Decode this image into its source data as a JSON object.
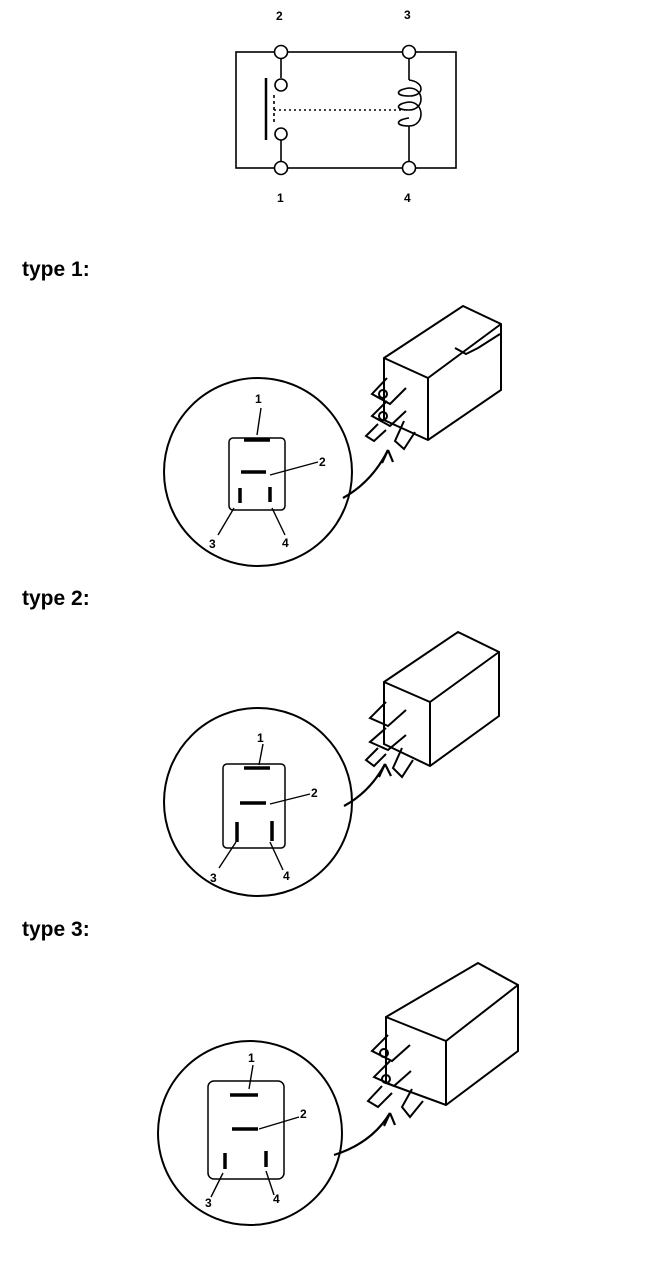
{
  "schematic": {
    "pins": {
      "p1": "1",
      "p2": "2",
      "p3": "3",
      "p4": "4"
    }
  },
  "relays": [
    {
      "heading": "type 1:",
      "pins": {
        "p1": "1",
        "p2": "2",
        "p3": "3",
        "p4": "4"
      }
    },
    {
      "heading": "type 2:",
      "pins": {
        "p1": "1",
        "p2": "2",
        "p3": "3",
        "p4": "4"
      }
    },
    {
      "heading": "type 3:",
      "pins": {
        "p1": "1",
        "p2": "2",
        "p3": "3",
        "p4": "4"
      }
    }
  ]
}
